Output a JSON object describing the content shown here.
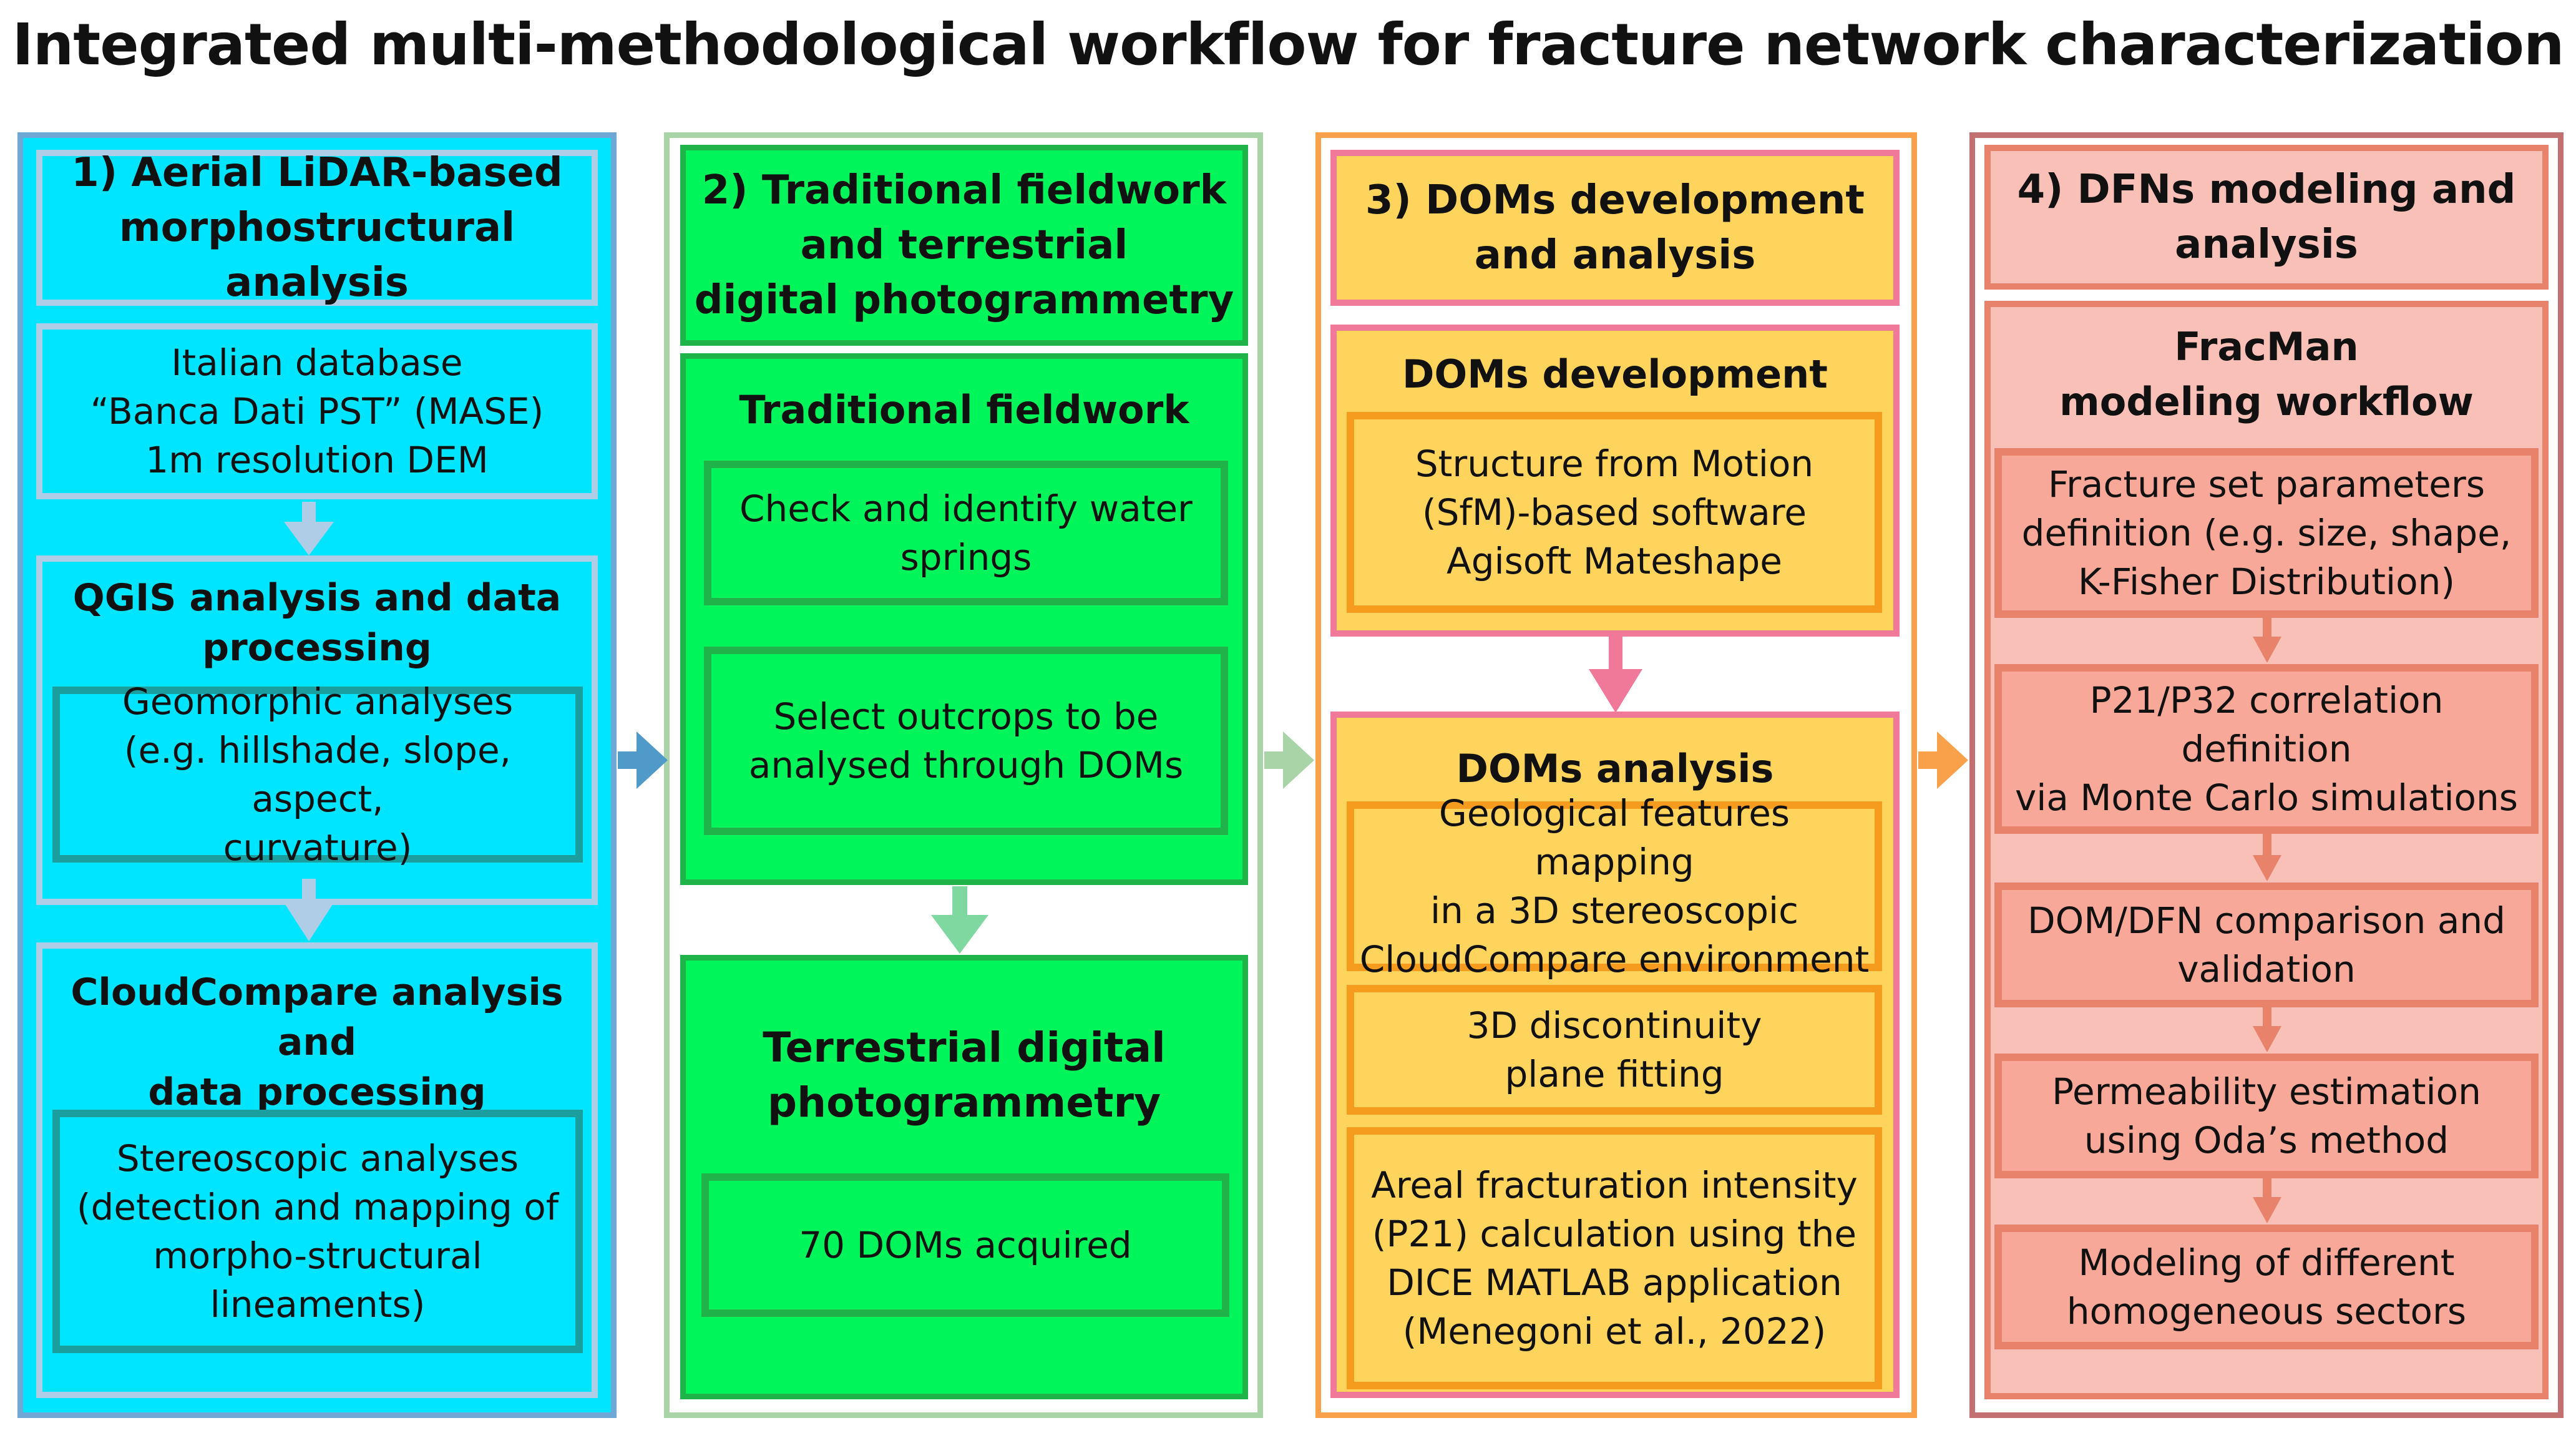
{
  "title": "Integrated multi-methodological workflow for fracture network characterization",
  "columns": [
    {
      "header": [
        "1) Aerial LiDAR-based",
        "morphostructural analysis"
      ],
      "source_box": [
        "Italian database",
        "“Banca Dati PST” (MASE)",
        "1m resolution DEM"
      ],
      "qgis": {
        "title": [
          "QGIS analysis and data",
          "processing"
        ],
        "item": [
          "Geomorphic analyses",
          "(e.g. hillshade, slope, aspect,",
          "curvature)"
        ]
      },
      "cloudcompare": {
        "title": [
          "CloudCompare analysis and",
          "data processing"
        ],
        "item": [
          "Stereoscopic analyses",
          "(detection and mapping  of",
          "morpho-structural",
          "lineaments)"
        ]
      }
    },
    {
      "header": [
        "2) Traditional fieldwork",
        "and terrestrial",
        "digital photogrammetry"
      ],
      "fieldwork": {
        "title": [
          "Traditional fieldwork"
        ],
        "items": [
          [
            "Check and identify  water",
            "springs"
          ],
          [
            "Select outcrops to be",
            "analysed through DOMs"
          ]
        ]
      },
      "photogrammetry": {
        "title": [
          "Terrestrial digital",
          "photogrammetry"
        ],
        "item": [
          "70 DOMs acquired"
        ]
      }
    },
    {
      "header": [
        "3) DOMs development",
        "and analysis"
      ],
      "development": {
        "title": [
          "DOMs development"
        ],
        "item": [
          "Structure from Motion",
          "(SfM)-based software",
          "Agisoft Mateshape"
        ]
      },
      "analysis": {
        "title": [
          "DOMs analysis"
        ],
        "items": [
          [
            "Geological features mapping",
            "in a 3D stereoscopic",
            "CloudCompare environment"
          ],
          [
            "3D discontinuity",
            "plane fitting"
          ],
          [
            "Areal fracturation intensity",
            "(P21) calculation using the",
            "DICE MATLAB application",
            "(Menegoni et al., 2022)"
          ]
        ]
      }
    },
    {
      "header": [
        "4) DFNs modeling and",
        "analysis"
      ],
      "fracman": {
        "title": [
          "FracMan",
          "modeling workflow"
        ],
        "items": [
          [
            "Fracture set parameters",
            "definition (e.g. size, shape,",
            "K-Fisher Distribution)"
          ],
          [
            "P21/P32 correlation",
            "definition",
            "via Monte Carlo simulations"
          ],
          [
            "DOM/DFN comparison and",
            "validation"
          ],
          [
            "Permeability estimation",
            "using Oda’s method"
          ],
          [
            "Modeling of different",
            "homogeneous sectors"
          ]
        ]
      }
    }
  ],
  "colors": {
    "col1_fill": "#00e5ff",
    "col1_border": "#6fa8d4",
    "col1_inner": "#b0cde8",
    "col1_item": "#1a9e9e",
    "col2_fill": "#00f55a",
    "col2_border": "#a8d4a8",
    "col2_inner": "#1fb34a",
    "col3_fill": "#ffd45c",
    "col3_border": "#f9a04a",
    "col3_inner": "#f07898",
    "col3_item": "#f59b1e",
    "col4_fill": "#f9c0b8",
    "col4_border": "#c27070",
    "col4_inner": "#e8826a",
    "col4_item": "#f7a898"
  }
}
